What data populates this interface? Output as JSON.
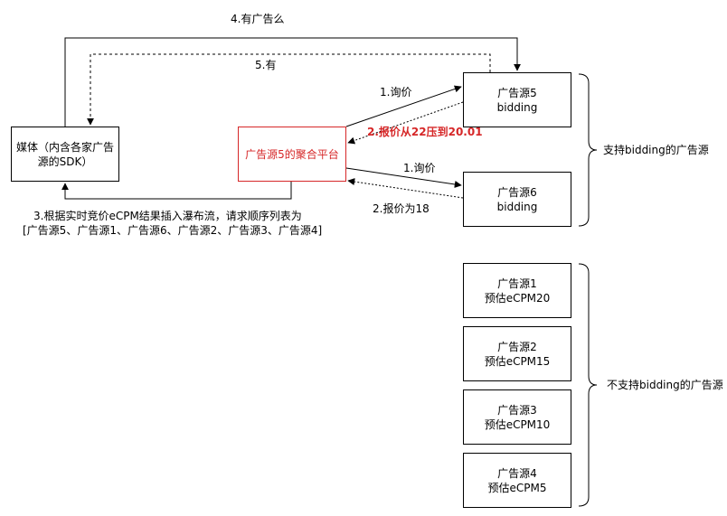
{
  "nodes": {
    "media": {
      "line1": "媒体（内含各家广告",
      "line2": "源的SDK）"
    },
    "platform": {
      "label": "广告源5的聚合平台"
    },
    "source5": {
      "line1": "广告源5",
      "line2": "bidding"
    },
    "source6": {
      "line1": "广告源6",
      "line2": "bidding"
    },
    "source1": {
      "line1": "广告源1",
      "line2": "预估eCPM20"
    },
    "source2": {
      "line1": "广告源2",
      "line2": "预估eCPM15"
    },
    "source3": {
      "line1": "广告源3",
      "line2": "预估eCPM10"
    },
    "source4": {
      "line1": "广告源4",
      "line2": "预估eCPM5"
    }
  },
  "edges": {
    "has_ad_query": "4.有广告么",
    "has_ad_reply": "5.有",
    "inquiry_5": "1.询价",
    "bid_5": "2.报价从22压到20.01",
    "inquiry_6": "1.询价",
    "bid_6": "2.报价为18",
    "waterfall_line1": "3.根据实时竞价eCPM结果插入瀑布流，请求顺序列表为",
    "waterfall_line2": "[广告源5、广告源1、广告源6、广告源2、广告源3、广告源4]"
  },
  "groups": {
    "bidding": "支持bidding的广告源",
    "non_bidding": "不支持bidding的广告源"
  },
  "colors": {
    "accent_red": "#d62728",
    "line": "#000000"
  }
}
